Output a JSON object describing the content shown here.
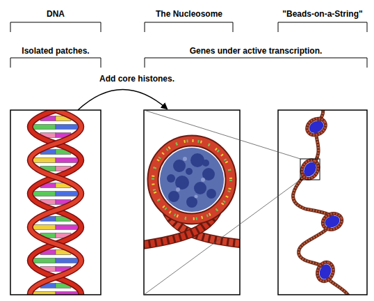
{
  "diagram": {
    "labels": [
      "DNA",
      "The Nucleosome",
      "\"Beads-on-a-String\"",
      "Isolated patches.",
      "Genes under active transcription.",
      "Add core histones."
    ]
  }
}
